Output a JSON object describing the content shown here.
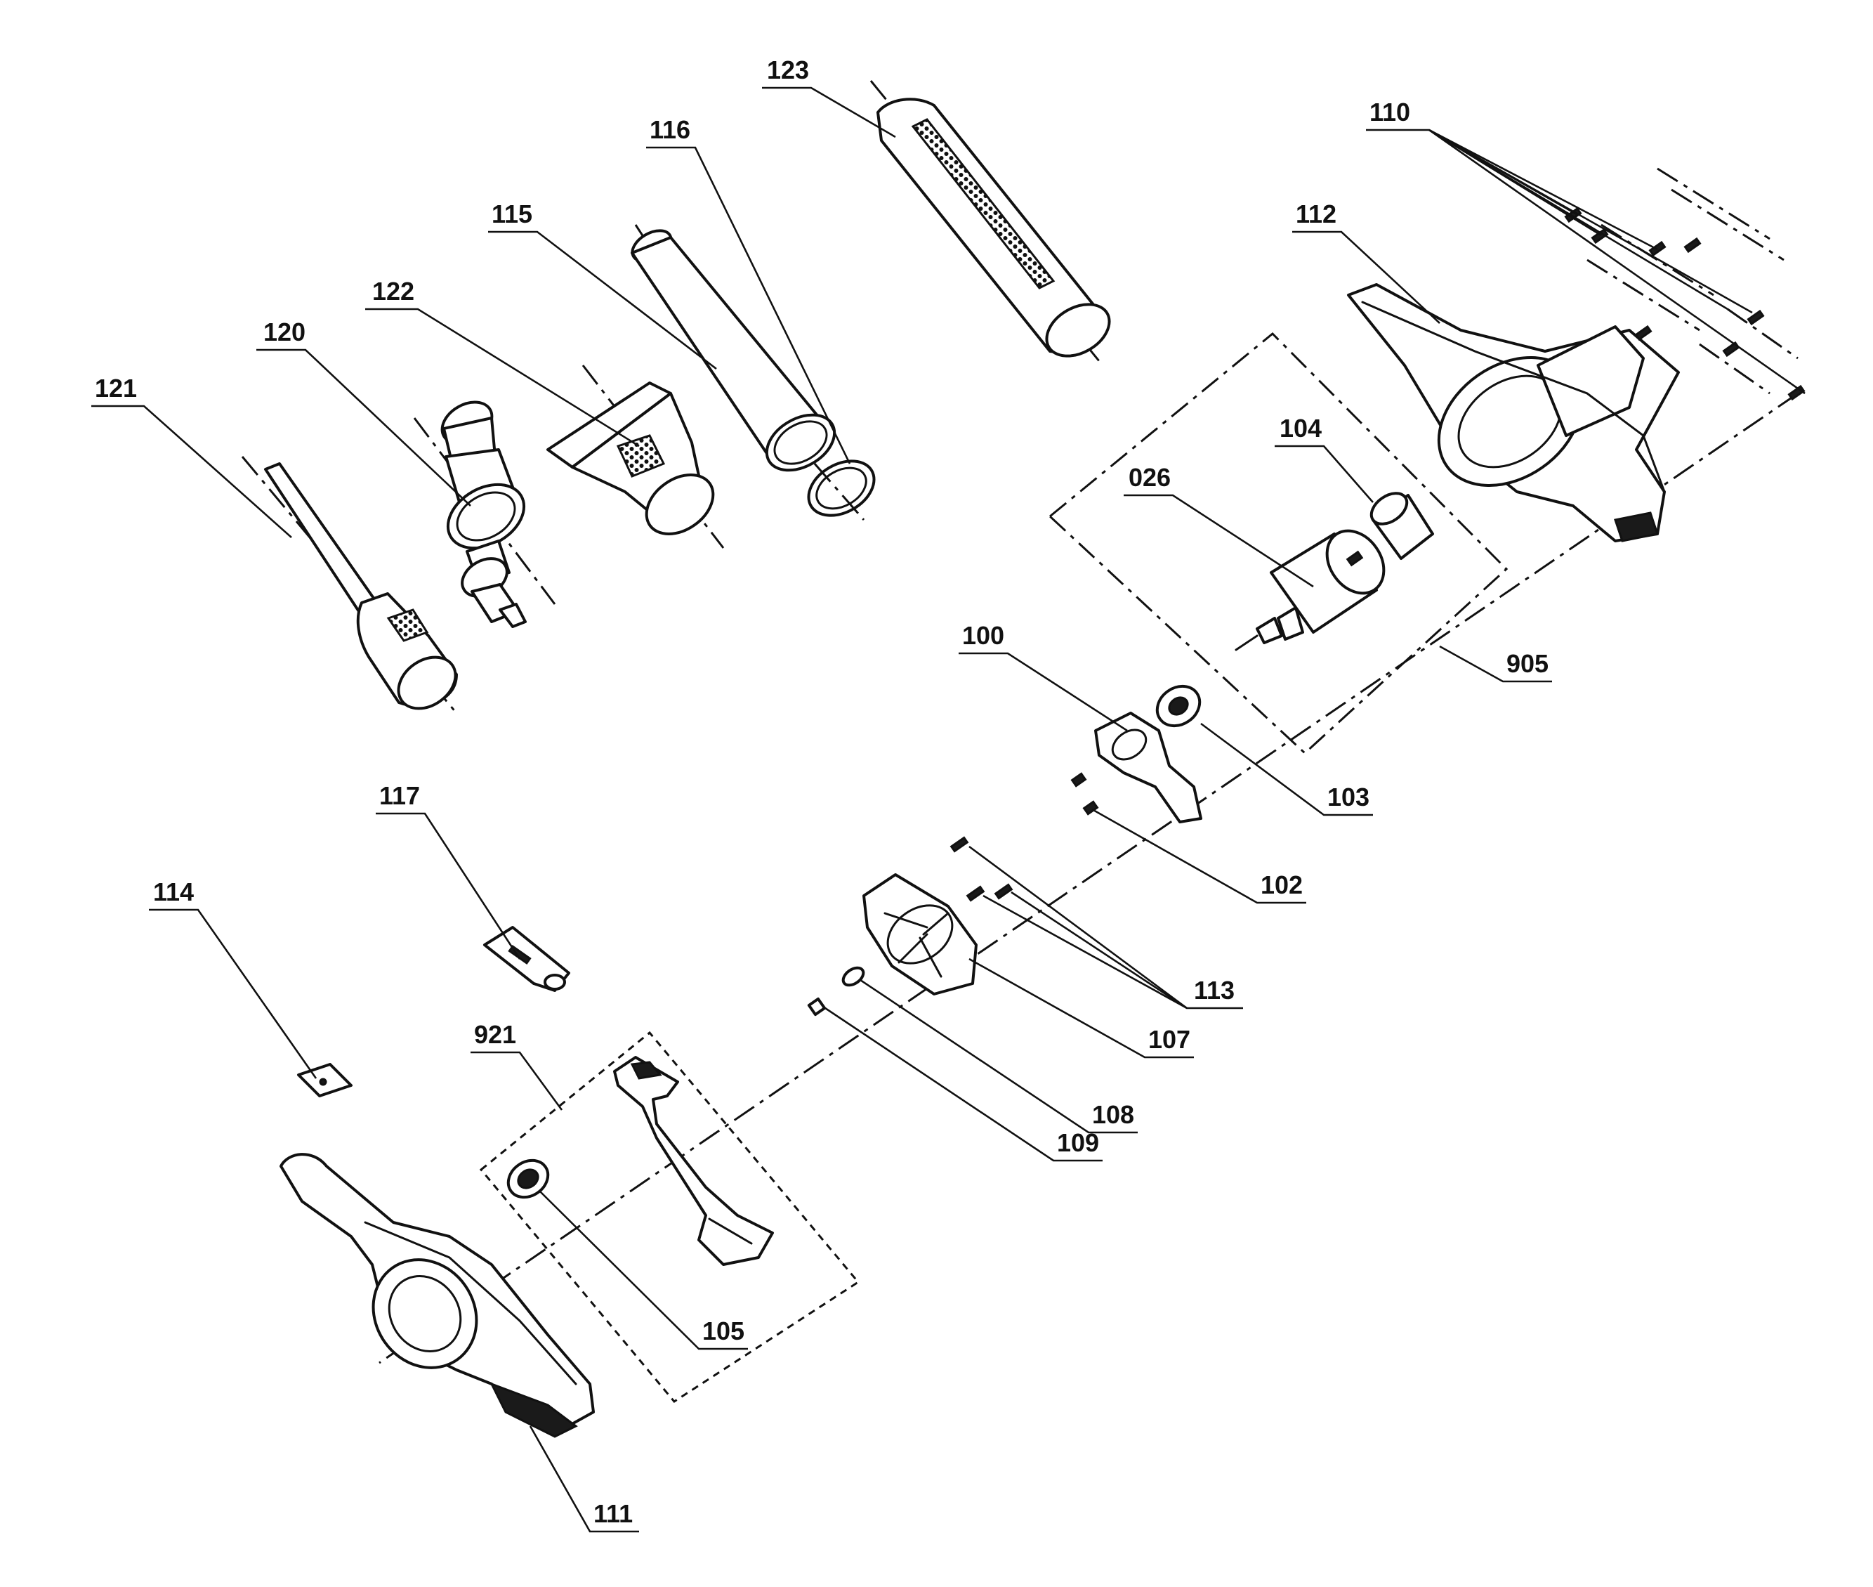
{
  "callouts": [
    {
      "id": "c121",
      "text": "121"
    },
    {
      "id": "c120",
      "text": "120"
    },
    {
      "id": "c122",
      "text": "122"
    },
    {
      "id": "c115",
      "text": "115"
    },
    {
      "id": "c116",
      "text": "116"
    },
    {
      "id": "c123",
      "text": "123"
    },
    {
      "id": "c110",
      "text": "110"
    },
    {
      "id": "c112",
      "text": "112"
    },
    {
      "id": "c104",
      "text": "104"
    },
    {
      "id": "c026",
      "text": "026"
    },
    {
      "id": "c905",
      "text": "905"
    },
    {
      "id": "c100",
      "text": "100"
    },
    {
      "id": "c103",
      "text": "103"
    },
    {
      "id": "c102",
      "text": "102"
    },
    {
      "id": "c113",
      "text": "113"
    },
    {
      "id": "c107",
      "text": "107"
    },
    {
      "id": "c108",
      "text": "108"
    },
    {
      "id": "c109",
      "text": "109"
    },
    {
      "id": "c117",
      "text": "117"
    },
    {
      "id": "c114",
      "text": "114"
    },
    {
      "id": "c921",
      "text": "921"
    },
    {
      "id": "c105",
      "text": "105"
    },
    {
      "id": "c111",
      "text": "111"
    }
  ]
}
